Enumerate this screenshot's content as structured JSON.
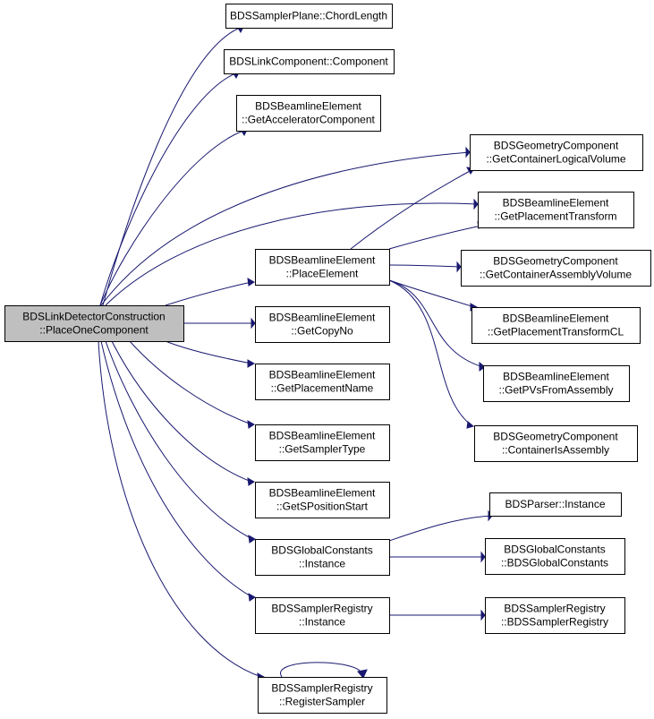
{
  "colors": {
    "edge": "#191970",
    "root_fill": "#bfbfbf",
    "node_fill": "#ffffff",
    "node_border": "#000000"
  },
  "nodes": [
    {
      "id": "root",
      "lines": [
        "BDSLinkDetectorConstruction",
        "::PlaceOneComponent"
      ],
      "root": true
    },
    {
      "id": "chord",
      "lines": [
        "BDSSamplerPlane::ChordLength"
      ]
    },
    {
      "id": "component",
      "lines": [
        "BDSLinkComponent::Component"
      ]
    },
    {
      "id": "getaccel",
      "lines": [
        "BDSBeamlineElement",
        "::GetAcceleratorComponent"
      ]
    },
    {
      "id": "getcontlog",
      "lines": [
        "BDSGeometryComponent",
        "::GetContainerLogicalVolume"
      ]
    },
    {
      "id": "getplacetr",
      "lines": [
        "BDSBeamlineElement",
        "::GetPlacementTransform"
      ]
    },
    {
      "id": "placeel",
      "lines": [
        "BDSBeamlineElement",
        "::PlaceElement"
      ]
    },
    {
      "id": "getcontasm",
      "lines": [
        "BDSGeometryComponent",
        "::GetContainerAssemblyVolume"
      ]
    },
    {
      "id": "getplacetrcl",
      "lines": [
        "BDSBeamlineElement",
        "::GetPlacementTransformCL"
      ]
    },
    {
      "id": "getcopyno",
      "lines": [
        "BDSBeamlineElement",
        "::GetCopyNo"
      ]
    },
    {
      "id": "getpvs",
      "lines": [
        "BDSBeamlineElement",
        "::GetPVsFromAssembly"
      ]
    },
    {
      "id": "getplacename",
      "lines": [
        "BDSBeamlineElement",
        "::GetPlacementName"
      ]
    },
    {
      "id": "contisasm",
      "lines": [
        "BDSGeometryComponent",
        "::ContainerIsAssembly"
      ]
    },
    {
      "id": "getsamptype",
      "lines": [
        "BDSBeamlineElement",
        "::GetSamplerType"
      ]
    },
    {
      "id": "getspos",
      "lines": [
        "BDSBeamlineElement",
        "::GetSPositionStart"
      ]
    },
    {
      "id": "parserinst",
      "lines": [
        "BDSParser::Instance"
      ]
    },
    {
      "id": "globinst",
      "lines": [
        "BDSGlobalConstants",
        "::Instance"
      ]
    },
    {
      "id": "globctor",
      "lines": [
        "BDSGlobalConstants",
        "::BDSGlobalConstants"
      ]
    },
    {
      "id": "sampinst",
      "lines": [
        "BDSSamplerRegistry",
        "::Instance"
      ]
    },
    {
      "id": "sampctor",
      "lines": [
        "BDSSamplerRegistry",
        "::BDSSamplerRegistry"
      ]
    },
    {
      "id": "sampreg",
      "lines": [
        "BDSSamplerRegistry",
        "::RegisterSampler"
      ]
    }
  ]
}
